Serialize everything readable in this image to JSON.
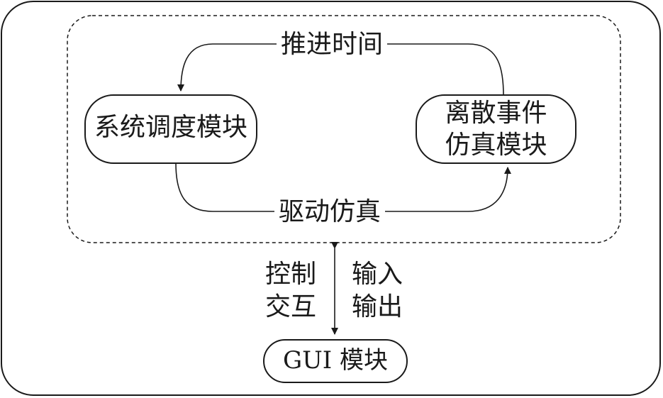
{
  "diagram": {
    "modules": {
      "scheduler": "系统调度模块",
      "des_line1": "离散事件",
      "des_line2": "仿真模块",
      "gui": "GUI 模块"
    },
    "edges": {
      "advance_time": "推进时间",
      "drive_simulation": "驱动仿真",
      "control": "控制",
      "interact": "交互",
      "input": "输入",
      "output": "输出"
    }
  }
}
